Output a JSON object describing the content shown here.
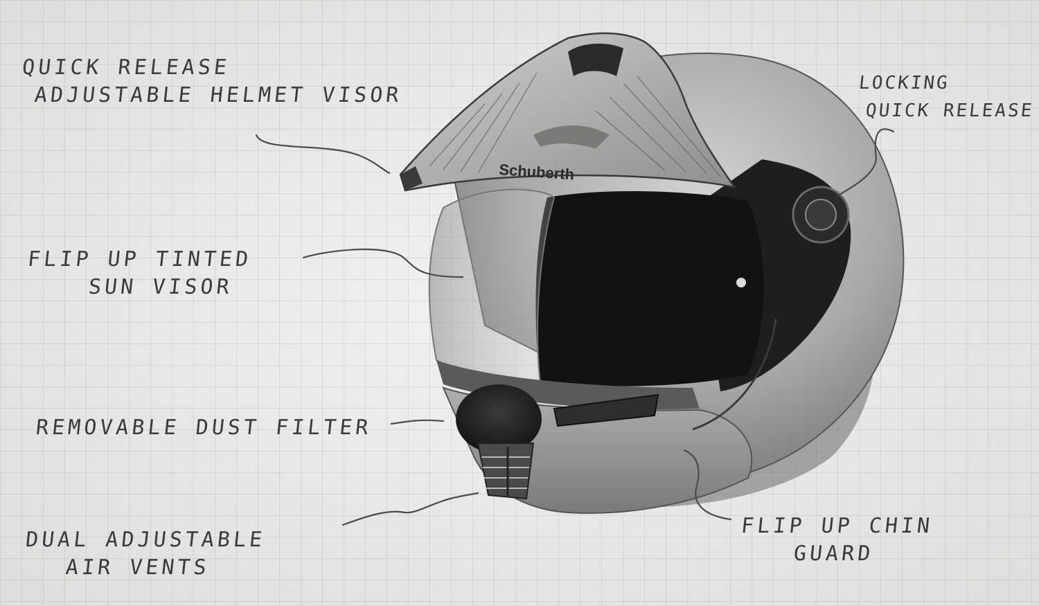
{
  "brand": "Schuberth",
  "annotations": {
    "visor": {
      "line1": "Quick Release",
      "line2": "Adjustable Helmet Visor"
    },
    "locking": {
      "line1": "Locking",
      "line2": "Quick Release"
    },
    "sun_visor": {
      "line1": "Flip up tinted",
      "line2": "Sun Visor"
    },
    "dust_filter": {
      "line1": "Removable Dust Filter"
    },
    "air_vents": {
      "line1": "Dual Adjustable",
      "line2": "Air Vents"
    },
    "chin_guard": {
      "line1": "Flip up Chin",
      "line2": "Guard"
    }
  },
  "colors": {
    "paper": "#ebebe9",
    "grid": "#c8c8c6",
    "shell": "#9a9a98",
    "dark": "#1c1c1c",
    "ink": "#3a3a3a"
  }
}
